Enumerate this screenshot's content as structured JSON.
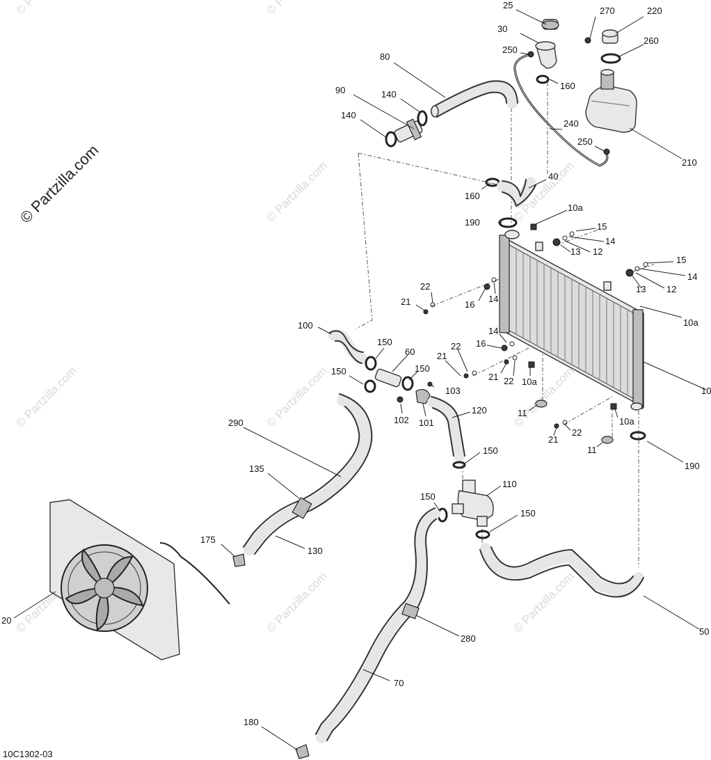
{
  "diagram": {
    "figure_code": "10C1302-03",
    "watermark_main": "© Partzilla.com",
    "watermark_repeat": "© Partzilla.com",
    "labels": [
      {
        "id": "p25",
        "text": "25"
      },
      {
        "id": "p270",
        "text": "270"
      },
      {
        "id": "p220",
        "text": "220"
      },
      {
        "id": "p30",
        "text": "30"
      },
      {
        "id": "p250a",
        "text": "250"
      },
      {
        "id": "p260",
        "text": "260"
      },
      {
        "id": "p80",
        "text": "80"
      },
      {
        "id": "p160a",
        "text": "160"
      },
      {
        "id": "p90",
        "text": "90"
      },
      {
        "id": "p140a",
        "text": "140"
      },
      {
        "id": "p140b",
        "text": "140"
      },
      {
        "id": "p240",
        "text": "240"
      },
      {
        "id": "p250b",
        "text": "250"
      },
      {
        "id": "p210",
        "text": "210"
      },
      {
        "id": "p40",
        "text": "40"
      },
      {
        "id": "p160b",
        "text": "160"
      },
      {
        "id": "p10a_1",
        "text": "10a"
      },
      {
        "id": "p190a",
        "text": "190"
      },
      {
        "id": "p15a",
        "text": "15"
      },
      {
        "id": "p14a",
        "text": "14"
      },
      {
        "id": "p13a",
        "text": "13"
      },
      {
        "id": "p12a",
        "text": "12"
      },
      {
        "id": "p15b",
        "text": "15"
      },
      {
        "id": "p14b",
        "text": "14"
      },
      {
        "id": "p13b",
        "text": "13"
      },
      {
        "id": "p12b",
        "text": "12"
      },
      {
        "id": "p22a",
        "text": "22"
      },
      {
        "id": "p21a",
        "text": "21"
      },
      {
        "id": "p16a",
        "text": "16"
      },
      {
        "id": "p14c",
        "text": "14"
      },
      {
        "id": "p10a_2",
        "text": "10a"
      },
      {
        "id": "p100",
        "text": "100"
      },
      {
        "id": "p150a",
        "text": "150"
      },
      {
        "id": "p60",
        "text": "60"
      },
      {
        "id": "p14d",
        "text": "14"
      },
      {
        "id": "p16b",
        "text": "16"
      },
      {
        "id": "p22b",
        "text": "22"
      },
      {
        "id": "p21b",
        "text": "21"
      },
      {
        "id": "p21c",
        "text": "21"
      },
      {
        "id": "p22c",
        "text": "22"
      },
      {
        "id": "p10a_3",
        "text": "10a"
      },
      {
        "id": "p10",
        "text": "10"
      },
      {
        "id": "p150b",
        "text": "150"
      },
      {
        "id": "p150c",
        "text": "150"
      },
      {
        "id": "p103",
        "text": "103"
      },
      {
        "id": "p120",
        "text": "120"
      },
      {
        "id": "p102",
        "text": "102"
      },
      {
        "id": "p101",
        "text": "101"
      },
      {
        "id": "p11a",
        "text": "11"
      },
      {
        "id": "p10a_4",
        "text": "10a"
      },
      {
        "id": "p22d",
        "text": "22"
      },
      {
        "id": "p21d",
        "text": "21"
      },
      {
        "id": "p11b",
        "text": "11"
      },
      {
        "id": "p190b",
        "text": "190"
      },
      {
        "id": "p290",
        "text": "290"
      },
      {
        "id": "p135",
        "text": "135"
      },
      {
        "id": "p150d",
        "text": "150"
      },
      {
        "id": "p110",
        "text": "110"
      },
      {
        "id": "p150e",
        "text": "150"
      },
      {
        "id": "p150f",
        "text": "150"
      },
      {
        "id": "p175",
        "text": "175"
      },
      {
        "id": "p130",
        "text": "130"
      },
      {
        "id": "p20",
        "text": "20"
      },
      {
        "id": "p280",
        "text": "280"
      },
      {
        "id": "p50",
        "text": "50"
      },
      {
        "id": "p70",
        "text": "70"
      },
      {
        "id": "p180",
        "text": "180"
      }
    ]
  }
}
